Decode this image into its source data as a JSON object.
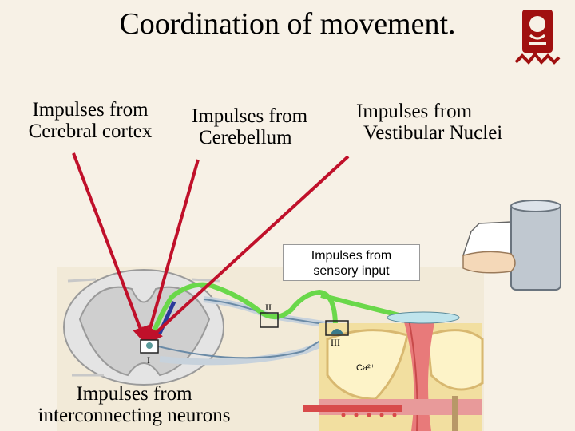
{
  "title": "Coordination of movement",
  "title_period": ".",
  "labels": {
    "cerebral_cortex": [
      "Impulses from",
      "Cerebral cortex"
    ],
    "cerebellum": [
      "Impulses from",
      "Cerebellum"
    ],
    "vestibular": [
      "Impulses from",
      "Vestibular Nuclei"
    ],
    "sensory": [
      "Impulses from",
      "sensory input"
    ],
    "interconnecting": [
      "Impulses from",
      "interconnecting neurons"
    ]
  },
  "markers": {
    "one": "I",
    "two": "II",
    "three": "III",
    "calcium": "Ca²⁺"
  },
  "colors": {
    "arrow": "#c0102a",
    "nerve": "#6ad84a",
    "muscle": "#e89a9a",
    "bone": "#f2dfa0",
    "logo": "#a01010"
  }
}
